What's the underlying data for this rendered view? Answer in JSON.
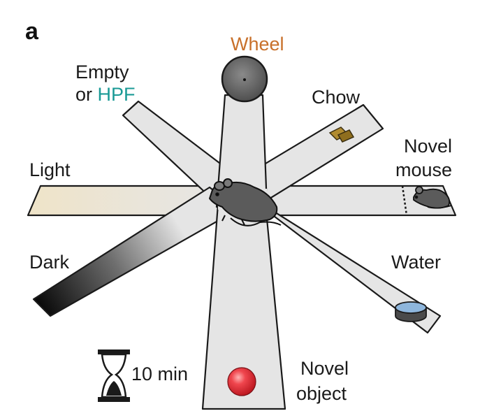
{
  "panel_letter": "a",
  "labels": {
    "wheel": "Wheel",
    "empty_line1": "Empty",
    "empty_or": "or ",
    "hpf": "HPF",
    "chow": "Chow",
    "novel_mouse_line1": "Novel",
    "novel_mouse_line2": "mouse",
    "light": "Light",
    "dark": "Dark",
    "water": "Water",
    "timer": "10 min",
    "novel_object_line1": "Novel",
    "novel_object_line2": "object"
  },
  "colors": {
    "wheel_label": "#c8702a",
    "hpf_label": "#1a9a96",
    "arm_fill": "#e5e5e5",
    "arm_stroke": "#1a1a1a",
    "object_red": "#e8333c",
    "water_blue": "#8eb6dc",
    "chow_brown": "#a6842e",
    "light_tint": "#f3ead6",
    "mouse_gray": "#5b5b5b"
  },
  "icons": {
    "center_mouse": "mouse-icon",
    "caged_mouse": "mouse-icon",
    "wheel": "running-wheel-icon",
    "chow": "chow-pellet-icon",
    "water": "water-dish-icon",
    "object": "red-ball-icon",
    "timer": "hourglass-icon"
  }
}
